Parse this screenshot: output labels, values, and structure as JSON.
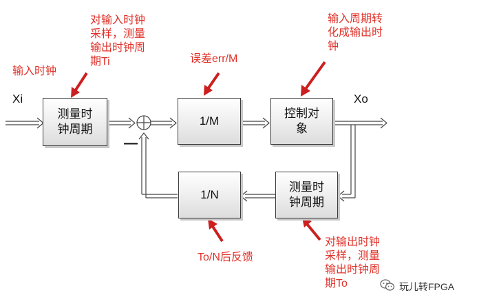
{
  "signals": {
    "input": "Xi",
    "output": "Xo"
  },
  "blocks": {
    "measure_input": "测量时\n钟周期",
    "forward_gain": "1/M",
    "controlled_object": "控制对\n象",
    "feedback_gain": "1/N",
    "measure_output": "测量时\n钟周期"
  },
  "sum_junction": {
    "minus_sign": "—"
  },
  "annotations": {
    "input_clock": "输入时钟",
    "sample_input": "对输入时钟\n采样，测量\n输出时钟周\n期Ti",
    "error": "误差err/M",
    "period_convert": "输入周期转\n化成输出时\n钟",
    "feedback": "To/N后反馈",
    "sample_output": "对输出时钟\n采样，测量\n输出时钟周\n期To"
  },
  "watermark": {
    "text": "玩儿转FPGA",
    "icon": "wechat-icon"
  },
  "colors": {
    "annotation": "#e0322a",
    "arrow_red": "#cc1f1f",
    "line": "#444444"
  }
}
